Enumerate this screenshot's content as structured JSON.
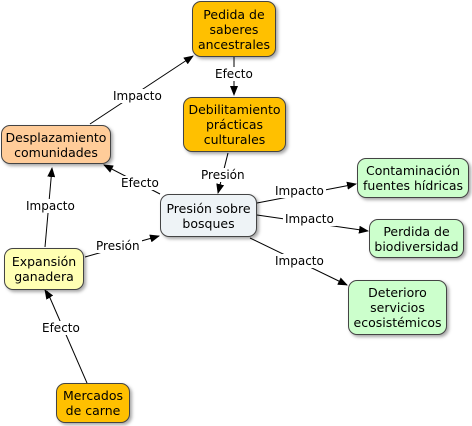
{
  "nodes": {
    "pedida_saberes": {
      "text": "Pedida de\nsaberes\nancestrales",
      "color": "#FFC000"
    },
    "debilitamiento": {
      "text": "Debilitamiento\nprácticas\nculturales",
      "color": "#FFC000"
    },
    "desplazamiento": {
      "text": "Desplazamiento\ncomunidades",
      "color": "#FFCC99"
    },
    "presion_bosques": {
      "text": "Presión sobre\nbosques",
      "color": "#EEF3F6"
    },
    "expansion": {
      "text": "Expansión\nganadera",
      "color": "#FFFFB3"
    },
    "mercados": {
      "text": "Mercados\nde carne",
      "color": "#FFC000"
    },
    "contaminacion": {
      "text": "Contaminación\nfuentes hídricas",
      "color": "#CCFFCC"
    },
    "biodiversidad": {
      "text": "Perdida de\nbiodiversidad",
      "color": "#CCFFCC"
    },
    "deterioro": {
      "text": "Deterioro\nservicios\necosistémicos",
      "color": "#CCFFCC"
    }
  },
  "links": {
    "mercados_expansion": "Efecto",
    "expansion_desplazamiento": "Impacto",
    "expansion_presion": "Presión",
    "presion_desplazamiento": "Efecto",
    "desplazamiento_pedida": "Impacto",
    "pedida_debilitamiento": "Efecto",
    "debilitamiento_presion": "Presión",
    "presion_contaminacion": "Impacto",
    "presion_biodiversidad": "Impacto",
    "presion_deterioro": "Impacto"
  }
}
